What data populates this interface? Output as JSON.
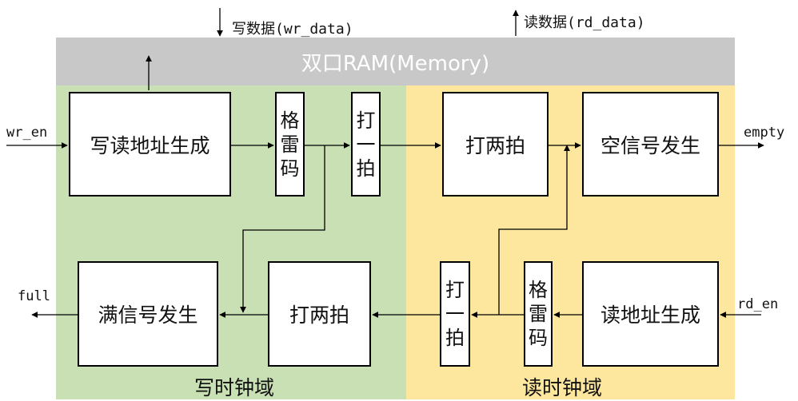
{
  "colors": {
    "ram": "#c8c8c8",
    "write_domain": "#c9e0b4",
    "read_domain": "#fde79e",
    "box_border": "#000000",
    "ram_text": "#ffffff"
  },
  "ram": {
    "label": "双口RAM(Memory)"
  },
  "signals": {
    "wr_data": "写数据(wr_data)",
    "rd_data": "读数据(rd_data)",
    "wr_en": "wr_en",
    "empty": "empty",
    "full": "full",
    "rd_en": "rd_en"
  },
  "domains": {
    "write": "写时钟域",
    "read": "读时钟域"
  },
  "blocks": {
    "write_addr_gen": "写读地址生成",
    "gray_w": [
      "格",
      "雷",
      "码"
    ],
    "sync_w": [
      "打",
      "一",
      "拍"
    ],
    "double_sync_r": "打两拍",
    "empty_gen": "空信号发生",
    "full_gen": "满信号发生",
    "double_sync_w": "打两拍",
    "sync_r": [
      "打",
      "一",
      "拍"
    ],
    "gray_r": [
      "格",
      "雷",
      "码"
    ],
    "read_addr_gen": "读地址生成"
  }
}
